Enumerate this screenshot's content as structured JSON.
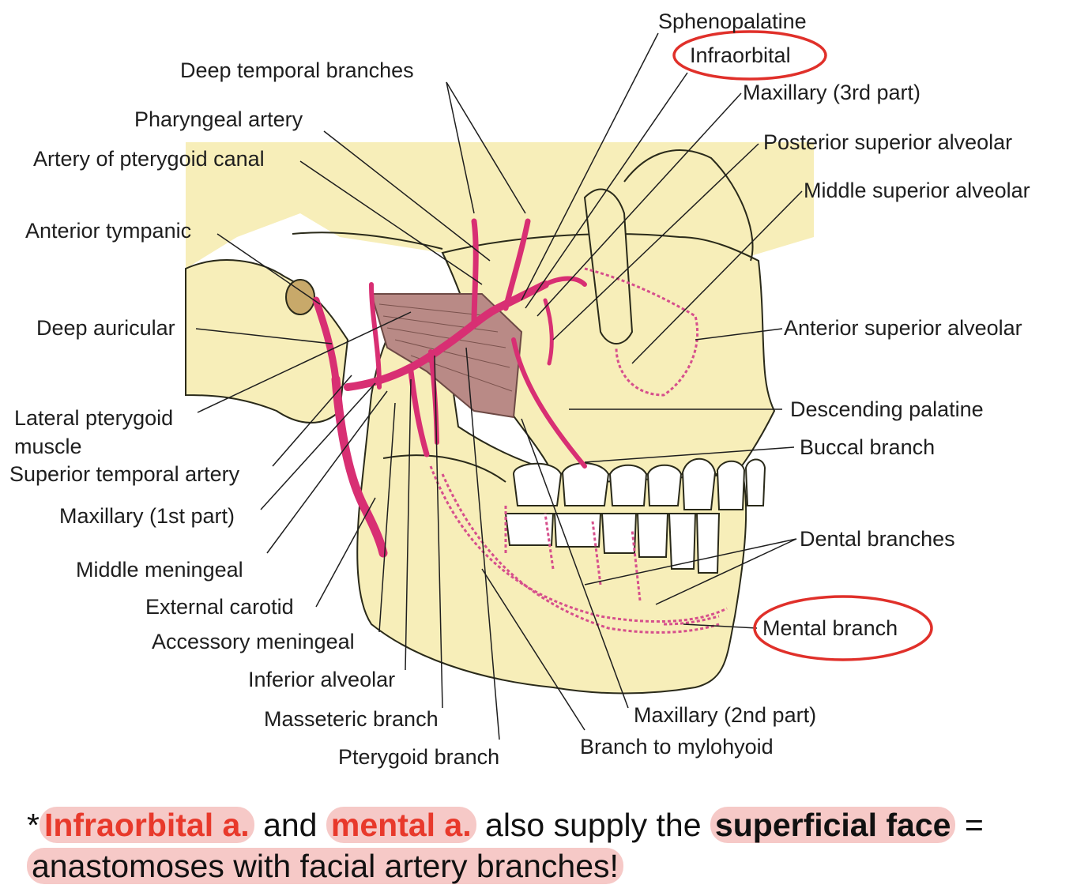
{
  "colors": {
    "bone": "#f7eeb9",
    "bone_stroke": "#2a2a1a",
    "artery": "#d82f73",
    "artery_dotted": "#d64f8c",
    "muscle": "#b98a86",
    "teeth": "#ffffff",
    "circle": "#e0302a",
    "highlight": "#f6c9c7",
    "accent_text": "#e8392b"
  },
  "labels": {
    "sphenopalatine": "Sphenopalatine",
    "infraorbital": "Infraorbital",
    "maxillary_3rd": "Maxillary (3rd part)",
    "deep_temporal": "Deep temporal branches",
    "pharyngeal": "Pharyngeal artery",
    "pterygoid_canal": "Artery of pterygoid canal",
    "posterior_superior_alveolar": "Posterior superior alveolar",
    "middle_superior_alveolar": "Middle superior alveolar",
    "anterior_tympanic": "Anterior tympanic",
    "deep_auricular": "Deep auricular",
    "anterior_superior_alveolar": "Anterior superior alveolar",
    "lateral_pterygoid_1": "Lateral pterygoid",
    "lateral_pterygoid_2": "muscle",
    "superior_temporal": "Superior temporal artery",
    "descending_palatine": "Descending palatine",
    "buccal_branch": "Buccal branch",
    "maxillary_1st": "Maxillary (1st part)",
    "middle_meningeal": "Middle meningeal",
    "dental_branches": "Dental branches",
    "external_carotid": "External carotid",
    "accessory_meningeal": "Accessory meningeal",
    "mental_branch": "Mental branch",
    "inferior_alveolar": "Inferior alveolar",
    "masseteric_branch": "Masseteric branch",
    "pterygoid_branch": "Pterygoid branch",
    "maxillary_2nd": "Maxillary (2nd part)",
    "branch_to_mylohyoid": "Branch to mylohyoid"
  },
  "note": {
    "asterisk": "*",
    "infraorbital": "Infraorbital a.",
    "and": " and ",
    "mental": "mental a.",
    "also": " also supply the ",
    "superficial": "superficial face",
    "equals": " =",
    "line2": "anastomoses with facial artery branches!"
  }
}
